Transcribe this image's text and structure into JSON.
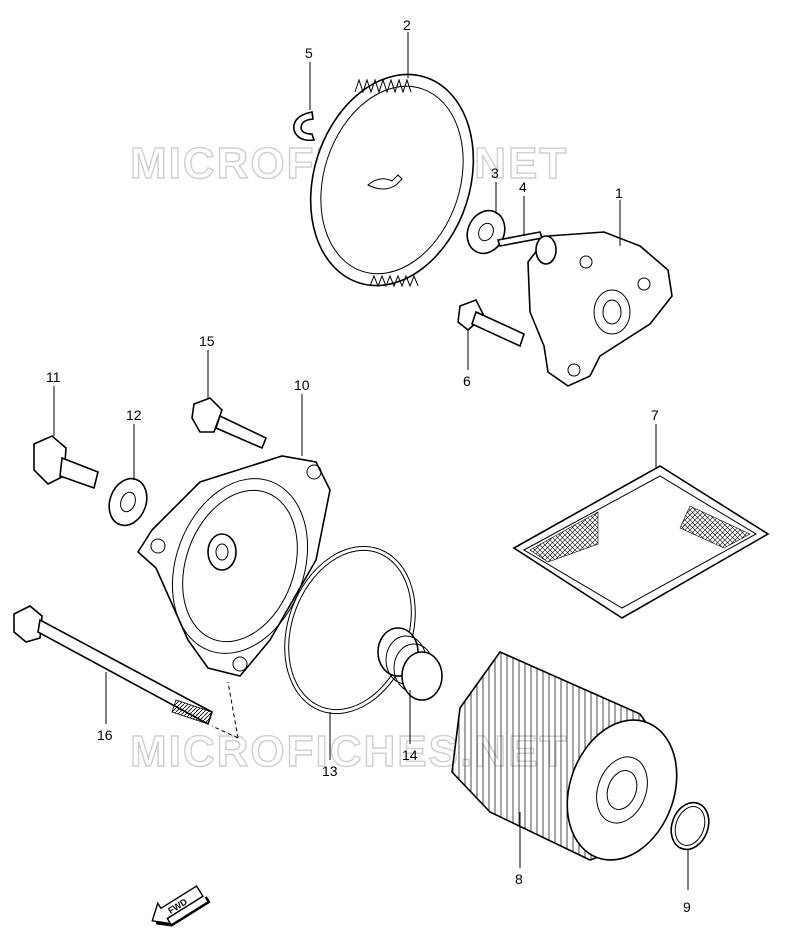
{
  "watermark": "MICROFICHES.NET",
  "fwd_label": "FWD",
  "callouts": {
    "c1": "1",
    "c2": "2",
    "c3": "3",
    "c4": "4",
    "c5": "5",
    "c6": "6",
    "c7": "7",
    "c8": "8",
    "c9": "9",
    "c10": "10",
    "c11": "11",
    "c12": "12",
    "c13": "13",
    "c14": "14",
    "c15": "15",
    "c16": "16"
  }
}
